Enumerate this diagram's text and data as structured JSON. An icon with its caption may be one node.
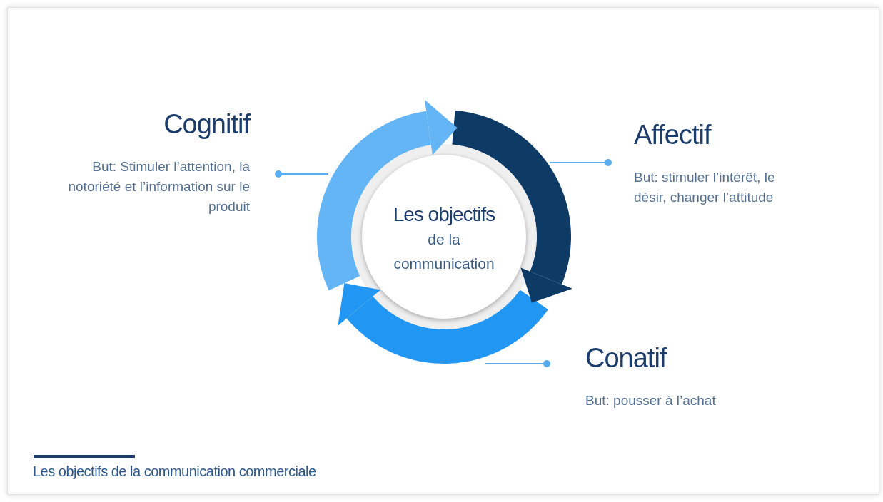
{
  "diagram": {
    "nodes": [
      {
        "text": [
          "Les objectifs",
          "de la communication"
        ]
      },
      {
        "text": [
          "Cognitif",
          "But: Stimuler l’attention, la notoriété et l’information sur le produit"
        ]
      },
      {
        "text": [
          "Affectif",
          "But: stimuler l’intérêt, le désir, changer l’attitude"
        ]
      },
      {
        "text": [
          "Conatif",
          "But: pousser à l’achat"
        ]
      }
    ],
    "edges": [
      {
        "from": 1,
        "to": null,
        "arrow": "other"
      },
      {
        "from": 2,
        "to": null,
        "arrow": "other"
      },
      {
        "from": 3,
        "to": null,
        "arrow": "other"
      }
    ],
    "labels": [
      "Les objectifs de la communication commerciale"
    ]
  }
}
